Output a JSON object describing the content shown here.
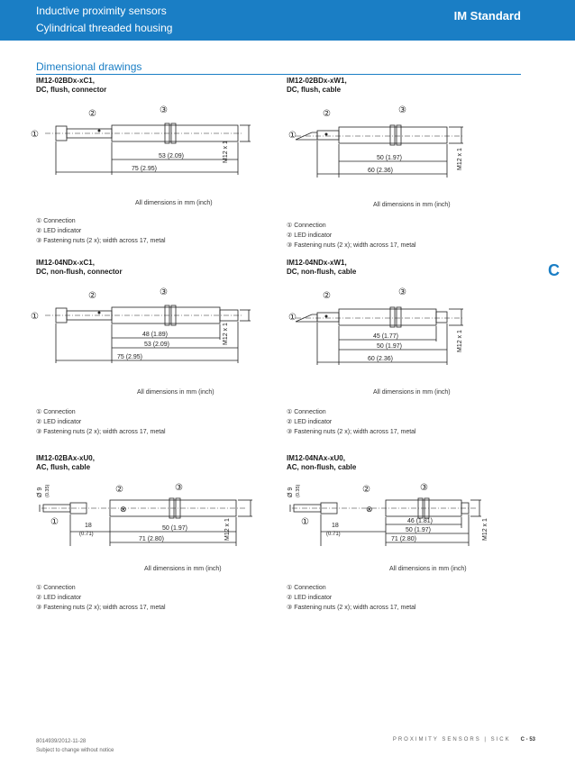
{
  "header": {
    "line1": "Inductive proximity sensors",
    "line2": "Cylindrical threaded housing",
    "series": "IM Standard"
  },
  "section_title": "Dimensional drawings",
  "side_tab": "C",
  "legend": {
    "connection": "① Connection",
    "led": "② LED indicator",
    "nuts": "③ Fastening nuts (2 x); width across 17, metal"
  },
  "callouts": {
    "c1": "①",
    "c2": "②",
    "c3": "③"
  },
  "dim_note": "All dimensions in mm (inch)",
  "thread": "M12 x 1",
  "diameter": {
    "value": "Ø 9",
    "inch": "(0.35)"
  },
  "panels": [
    {
      "name": "IM12-02BDx-xC1,",
      "desc": "DC, flush, connector",
      "d1": "53 (2.09)",
      "d2": "75 (2.95)"
    },
    {
      "name": "IM12-02BDx-xW1,",
      "desc": "DC, flush, cable",
      "d1": "50 (1.97)",
      "d2": "60 (2.36)"
    },
    {
      "name": "IM12-04NDx-xC1,",
      "desc": "DC, non-flush, connector",
      "d0": "48 (1.89)",
      "d1": "53 (2.09)",
      "d2": "75 (2.95)"
    },
    {
      "name": "IM12-04NDx-xW1,",
      "desc": "DC, non-flush, cable",
      "d0": "45 (1.77)",
      "d1": "50 (1.97)",
      "d2": "60 (2.36)"
    },
    {
      "name": "IM12-02BAx-xU0,",
      "desc": "AC, flush, cable",
      "d18": "18",
      "d18i": "(0.71)",
      "d1": "50 (1.97)",
      "d2": "71 (2.80)"
    },
    {
      "name": "IM12-04NAx-xU0,",
      "desc": "AC, non-flush, cable",
      "d18": "18",
      "d18i": "(0.71)",
      "d0": "46 (1.81)",
      "d1": "50 (1.97)",
      "d2": "71 (2.80)"
    }
  ],
  "footer": {
    "doc": "8014939/2012-11-28",
    "notice": "Subject to change without notice",
    "brand": "PROXIMITY SENSORS  |  SICK",
    "page": "C - 53"
  }
}
